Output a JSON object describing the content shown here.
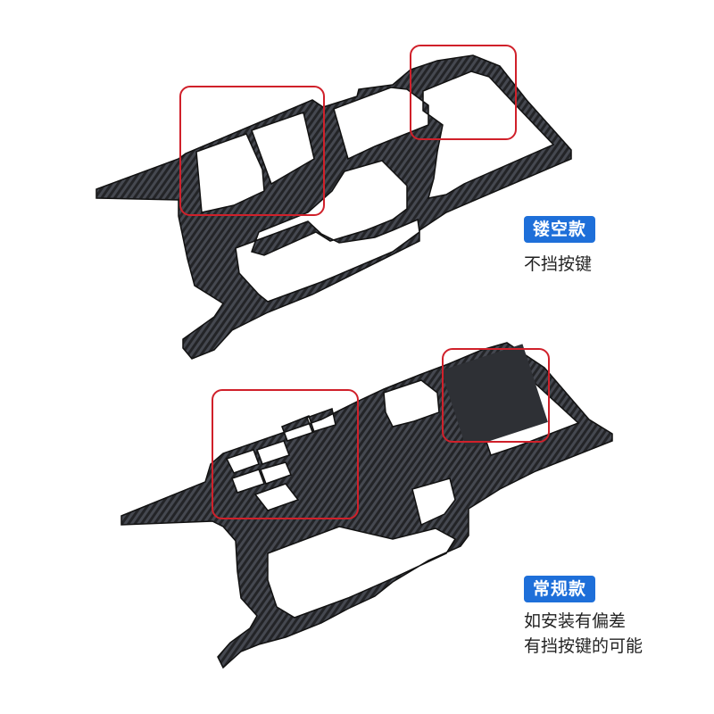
{
  "variants": [
    {
      "badge": "镂空款",
      "description": [
        "不挡按键"
      ]
    },
    {
      "badge": "常规款",
      "description": [
        "如安装有偏差",
        "有挡按键的可能"
      ]
    }
  ],
  "colors": {
    "badge_bg": "#1e6fd9",
    "callout": "#d0202a",
    "panel": "#2a2b2e",
    "carbon_stripe": "#4a4d54"
  }
}
